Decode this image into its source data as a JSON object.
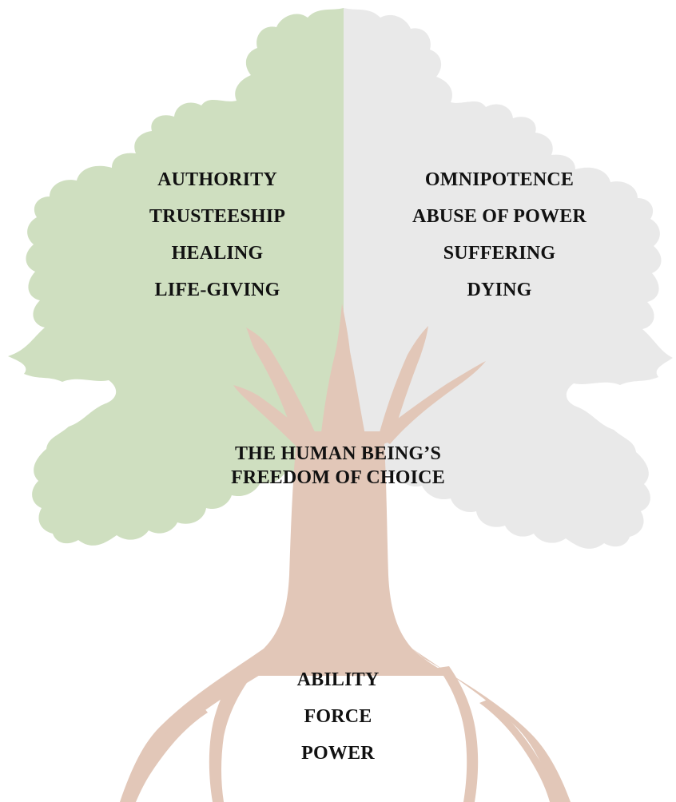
{
  "colors": {
    "left_canopy": "#cfdfc0",
    "right_canopy": "#e9e9e9",
    "trunk_roots": "#e2c7b8",
    "text": "#111111"
  },
  "left_canopy_labels": [
    "AUTHORITY",
    "TRUSTEESHIP",
    "HEALING",
    "LIFE-GIVING"
  ],
  "right_canopy_labels": [
    "OMNIPOTENCE",
    "ABUSE OF POWER",
    "SUFFERING",
    "DYING"
  ],
  "center_label": [
    "THE HUMAN BEING’S",
    "FREEDOM OF CHOICE"
  ],
  "root_labels": [
    "ABILITY",
    "FORCE",
    "POWER"
  ]
}
